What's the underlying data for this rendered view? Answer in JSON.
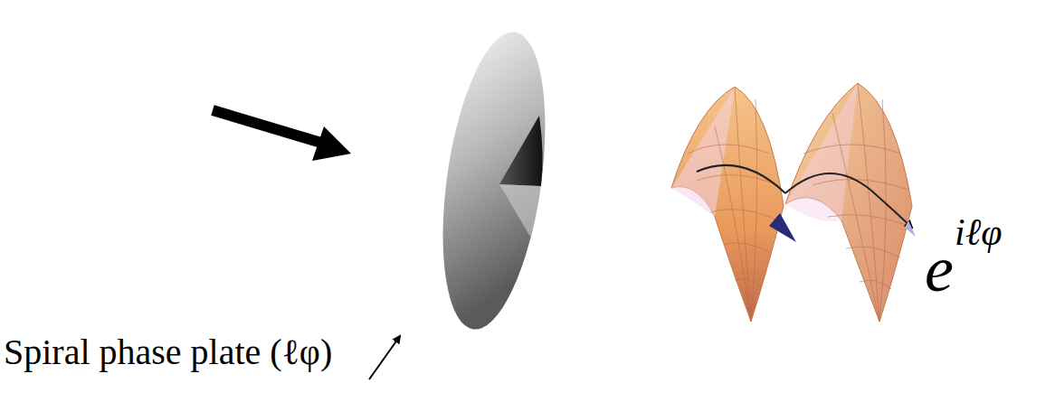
{
  "diagram": {
    "labels": [
      "Spiral phase plate (ℓφ)",
      "e",
      "iℓφ"
    ]
  }
}
